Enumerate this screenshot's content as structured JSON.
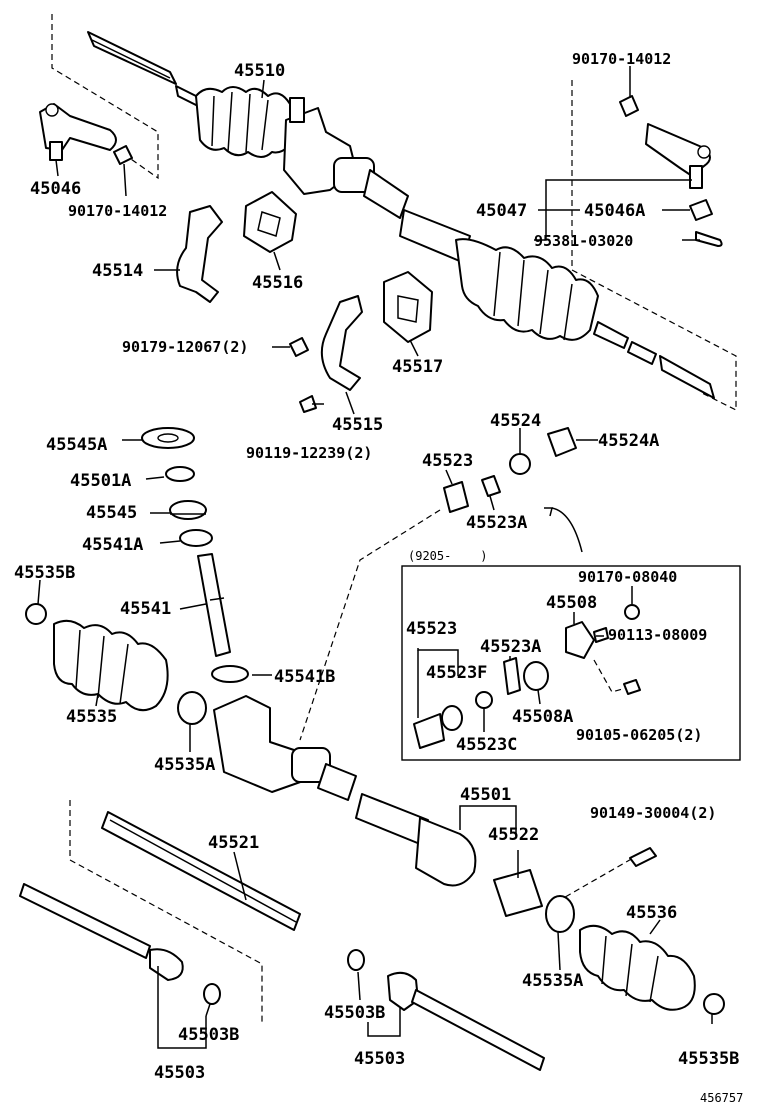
{
  "labels": {
    "p45510": "45510",
    "p90170_14012_r": "90170-14012",
    "p45046": "45046",
    "p90170_14012_l": "90170-14012",
    "p45047": "45047",
    "p45046A": "45046A",
    "p95381_03020": "95381-03020",
    "p45514": "45514",
    "p45516": "45516",
    "p90179_12067": "90179-12067(2)",
    "p45517": "45517",
    "p45515": "45515",
    "p90119_12239": "90119-12239(2)",
    "p45545A": "45545A",
    "p45501A": "45501A",
    "p45545": "45545",
    "p45541A": "45541A",
    "p45535B_l": "45535B",
    "p45541": "45541",
    "p45541B": "45541B",
    "p45535": "45535",
    "p45535A_l": "45535A",
    "p45524": "45524",
    "p45524A": "45524A",
    "p45523": "45523",
    "p45523A": "45523A",
    "inset_date": "(9205-    )",
    "p90170_08040": "90170-08040",
    "p45508": "45508",
    "p45523_inset": "45523",
    "p45523A_inset": "45523A",
    "p90113_08009": "90113-08009",
    "p45523F": "45523F",
    "p45508A": "45508A",
    "p45523C": "45523C",
    "p90105_06205": "90105-06205(2)",
    "p45501": "45501",
    "p45522": "45522",
    "p90149_30004": "90149-30004(2)",
    "p45521": "45521",
    "p45536": "45536",
    "p45535A_r": "45535A",
    "p45503B_l": "45503B",
    "p45503B_c": "45503B",
    "p45535B_r": "45535B",
    "p45503_l": "45503",
    "p45503_c": "45503",
    "diagram_id": "456757"
  }
}
